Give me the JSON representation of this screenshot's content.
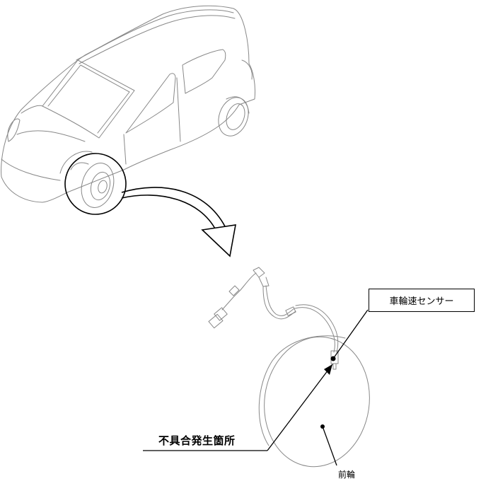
{
  "labels": {
    "sensor": "車輪速センサー",
    "fault_location": "不具合発生箇所",
    "front_wheel": "前輪"
  },
  "colors": {
    "outline": "#888888",
    "ink": "#000000",
    "background": "#ffffff"
  }
}
